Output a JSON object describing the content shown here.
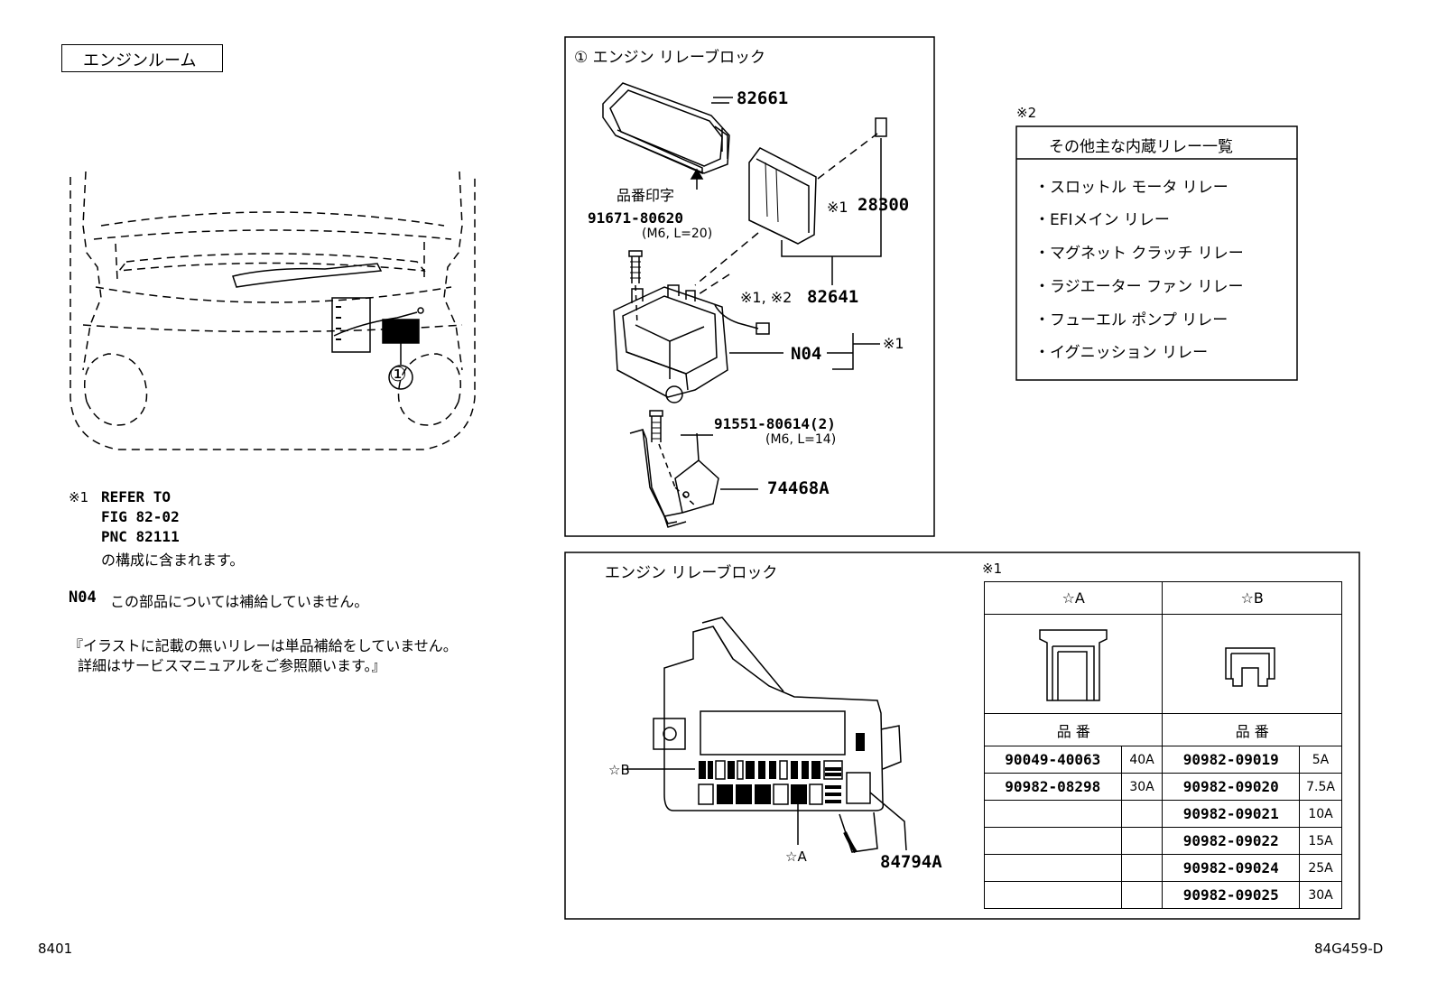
{
  "left": {
    "title": "エンジンルーム",
    "callout": "①",
    "note1_mark": "※1",
    "note1_lines": [
      "REFER TO",
      "FIG 82-02",
      "PNC 82111",
      "の構成に含まれます。"
    ],
    "note_n04_code": "N04",
    "note_n04_text": "この部品については補給していません。",
    "note_relay_line1": "『イラストに記載の無いリレーは単品補給をしていません。",
    "note_relay_line2": "詳細はサービスマニュアルをご参照願います。』"
  },
  "block": {
    "title": "① エンジン リレーブロック",
    "parts": {
      "cover": "82661",
      "cover_stamp": "品番印字",
      "bolt1": "91671-80620",
      "bolt1_spec": "(M6, L=20)",
      "ecu_mark": "※1",
      "ecu": "28300",
      "block_mark": "※1, ※2",
      "block": "82641",
      "n04": "N04",
      "n04_mark": "※1",
      "bolt2": "91551-80614(2)",
      "bolt2_spec": "(M6, L=14)",
      "bracket": "74468A"
    }
  },
  "relay_list": {
    "mark": "※2",
    "header": "その他主な内蔵リレー一覧",
    "items": [
      "・スロットル モータ リレー",
      "・EFIメイン リレー",
      "・マグネット クラッチ リレー",
      "・ラジエーター ファン リレー",
      "・フューエル ポンプ リレー",
      "・イグニッション リレー"
    ]
  },
  "bottom": {
    "title": "エンジン リレーブロック",
    "star_b": "☆B",
    "star_a": "☆A",
    "part": "84794A",
    "table_mark": "※1",
    "col_a": "☆A",
    "col_b": "☆B",
    "pn_header": "品 番",
    "rows_a": [
      {
        "pn": "90049-40063",
        "amp": "40A"
      },
      {
        "pn": "90982-08298",
        "amp": "30A"
      },
      {
        "pn": "",
        "amp": ""
      },
      {
        "pn": "",
        "amp": ""
      },
      {
        "pn": "",
        "amp": ""
      },
      {
        "pn": "",
        "amp": ""
      }
    ],
    "rows_b": [
      {
        "pn": "90982-09019",
        "amp": "5A"
      },
      {
        "pn": "90982-09020",
        "amp": "7.5A"
      },
      {
        "pn": "90982-09021",
        "amp": "10A"
      },
      {
        "pn": "90982-09022",
        "amp": "15A"
      },
      {
        "pn": "90982-09024",
        "amp": "25A"
      },
      {
        "pn": "90982-09025",
        "amp": "30A"
      }
    ]
  },
  "footer": {
    "left": "8401",
    "right": "84G459-D"
  }
}
